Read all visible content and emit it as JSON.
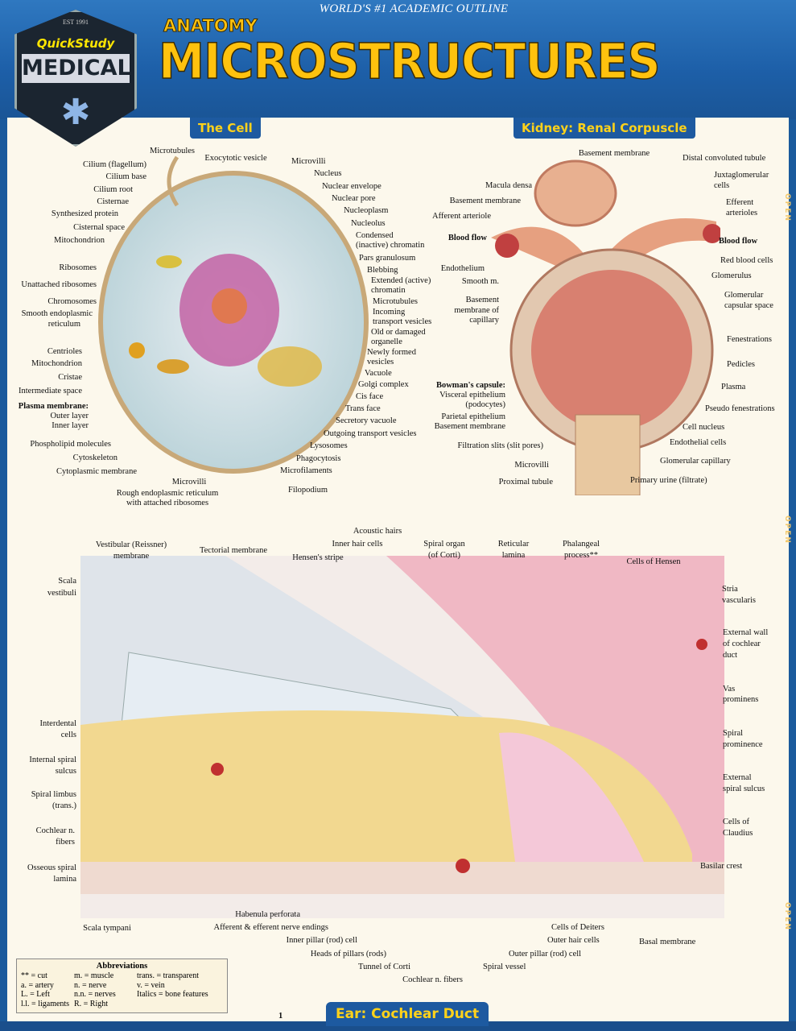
{
  "header": {
    "tagline": "WORLD'S #1 ACADEMIC OUTLINE",
    "subject": "ANATOMY",
    "title": "MICROSTRUCTURES"
  },
  "logo": {
    "est": "EST 1991",
    "brand": "QuickStudy",
    "line": "MEDICAL"
  },
  "sections": {
    "cell": "The Cell",
    "kidney": "Kidney: Renal Corpuscle",
    "ear": "Ear: Cochlear Duct"
  },
  "side_tab": "OPEN",
  "page_number": "1",
  "colors": {
    "header_blue": "#1d5fa8",
    "title_yellow": "#ffc20e",
    "panel": "#fcf8ec"
  },
  "cell": {
    "labels": [
      "Microtubules",
      "Cilium (flagellum)",
      "Cilium base",
      "Cilium root",
      "Cisternae",
      "Synthesized protein",
      "Cisternal space",
      "Mitochondrion",
      "Ribosomes",
      "Unattached ribosomes",
      "Chromosomes",
      "Smooth endoplasmic",
      "reticulum",
      "Centrioles",
      "Mitochondrion",
      "Cristae",
      "Intermediate space",
      "Plasma membrane:",
      "Outer layer",
      "Inner layer",
      "Phospholipid molecules",
      "Cytoskeleton",
      "Cytoplasmic membrane",
      "Microvilli",
      "Rough endoplasmic reticulum",
      "with attached ribosomes",
      "Exocytotic vesicle",
      "Microvilli",
      "Nucleus",
      "Nuclear envelope",
      "Nuclear pore",
      "Nucleoplasm",
      "Nucleolus",
      "Condensed",
      "(inactive) chromatin",
      "Pars granulosum",
      "Blebbing",
      "Extended (active)",
      "chromatin",
      "Microtubules",
      "Incoming",
      "transport vesicles",
      "Old or damaged",
      "organelle",
      "Newly formed",
      "vesicles",
      "Vacuole",
      "Golgi complex",
      "Cis face",
      "Trans face",
      "Secretory vacuole",
      "Outgoing transport vesicles",
      "Lysosomes",
      "Phagocytosis",
      "Microfilaments",
      "Filopodium"
    ]
  },
  "kidney": {
    "labels": [
      "Basement membrane",
      "Distal convoluted tubule",
      "Juxtaglomerular",
      "cells",
      "Macula densa",
      "Efferent",
      "arterioles",
      "Basement membrane",
      "Afferent arteriole",
      "Blood flow",
      "Blood flow",
      "Red blood cells",
      "Endothelium",
      "Glomerulus",
      "Smooth m.",
      "Glomerular",
      "capsular space",
      "Basement",
      "membrane of",
      "capillary",
      "Fenestrations",
      "Pedicles",
      "Bowman's capsule:",
      "Visceral epithelium",
      "(podocytes)",
      "Plasma",
      "Parietal epithelium",
      "Basement membrane",
      "Pseudo fenestrations",
      "Cell nucleus",
      "Filtration slits (slit pores)",
      "Endothelial cells",
      "Microvilli",
      "Glomerular capillary",
      "Proximal tubule",
      "Primary urine (filtrate)"
    ]
  },
  "ear": {
    "labels": [
      "Acoustic hairs",
      "Inner hair cells",
      "Spiral organ",
      "(of Corti)",
      "Reticular",
      "lamina",
      "Phalangeal",
      "process**",
      "Vestibular (Reissner)",
      "membrane",
      "Tectorial membrane",
      "Hensen's stripe",
      "Cells of Hensen",
      "Scala",
      "vestibuli",
      "Stria",
      "vascularis",
      "External wall",
      "of cochlear",
      "duct",
      "Vas",
      "prominens",
      "Spiral",
      "prominence",
      "Interdental",
      "cells",
      "Internal spiral",
      "sulcus",
      "External",
      "spiral sulcus",
      "Spiral limbus",
      "(trans.)",
      "Cells of",
      "Claudius",
      "Cochlear n.",
      "fibers",
      "Osseous spiral",
      "lamina",
      "Basilar crest",
      "Habenula perforata",
      "Scala tympani",
      "Afferent & efferent nerve endings",
      "Cells of Deiters",
      "Inner pillar (rod) cell",
      "Outer hair cells",
      "Basal membrane",
      "Heads of pillars (rods)",
      "Outer pillar (rod) cell",
      "Tunnel of Corti",
      "Spiral vessel",
      "Cochlear n. fibers"
    ]
  },
  "abbreviations": {
    "title": "Abbreviations",
    "items": [
      "** = cut",
      "m. = muscle",
      "trans. = transparent",
      "a. = artery",
      "n. = nerve",
      "v. = vein",
      "L. = Left",
      "n.n. = nerves",
      "Italics = bone features",
      "l.l. = ligaments",
      "R. = Right",
      ""
    ]
  }
}
